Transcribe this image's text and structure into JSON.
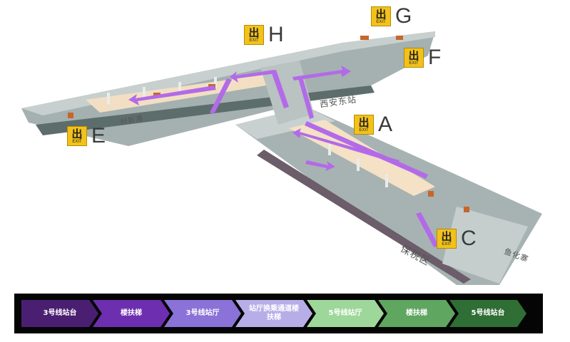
{
  "exits": [
    {
      "letter": "G",
      "badge_glyph": "出",
      "badge_word": "EXIT"
    },
    {
      "letter": "H",
      "badge_glyph": "出",
      "badge_word": "EXIT"
    },
    {
      "letter": "F",
      "badge_glyph": "出",
      "badge_word": "EXIT"
    },
    {
      "letter": "A",
      "badge_glyph": "出",
      "badge_word": "EXIT"
    },
    {
      "letter": "E",
      "badge_glyph": "出",
      "badge_word": "EXIT"
    },
    {
      "letter": "C",
      "badge_glyph": "出",
      "badge_word": "EXIT"
    }
  ],
  "stations": {
    "xian_east": "西安东站",
    "chuangxin": "创新港",
    "baoshuiqu": "保税区",
    "yuhuazhai": "鱼化寨"
  },
  "flow": {
    "steps": [
      {
        "label": "3号线站台",
        "color": "#4a1f72"
      },
      {
        "label": "楼扶梯",
        "color": "#6d2fb0"
      },
      {
        "label": "3号线站厅",
        "color": "#8a72d8"
      },
      {
        "label": "站厅换乘通道楼扶梯",
        "color": "#b7aee8"
      },
      {
        "label": "5号线站厅",
        "color": "#9ed79a"
      },
      {
        "label": "楼扶梯",
        "color": "#5fa660"
      },
      {
        "label": "5号线站台",
        "color": "#2f6e34"
      }
    ]
  },
  "colors": {
    "arrow": "#b36ae8",
    "concourse": "#f5e3c8",
    "platform_wall": "#9aa7a6",
    "exit_badge": "#f3c21a"
  }
}
